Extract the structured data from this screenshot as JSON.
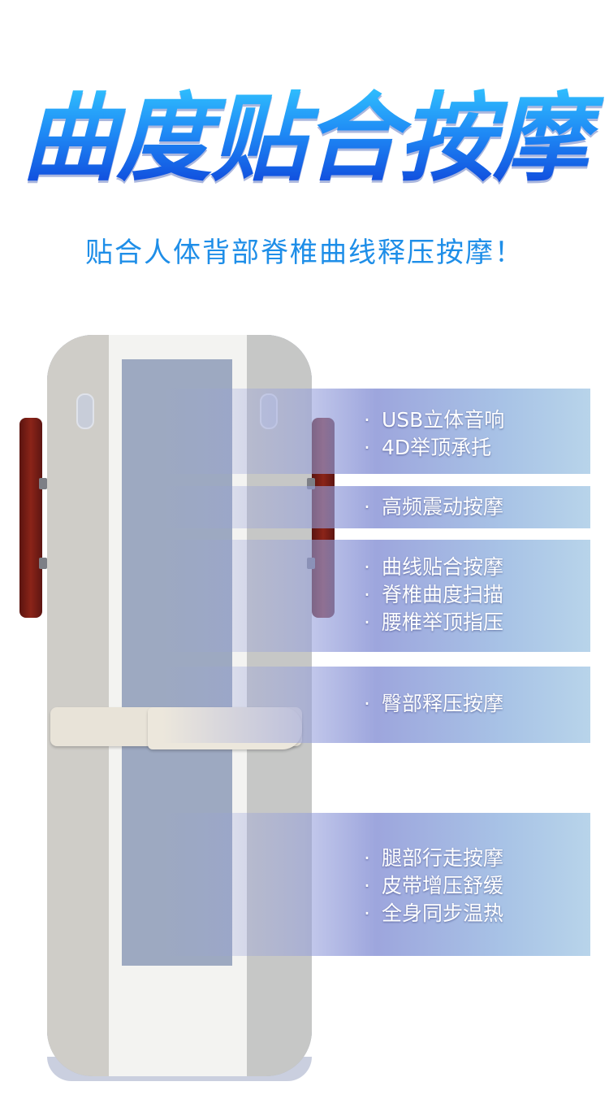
{
  "header": {
    "title": "曲度贴合按摩",
    "subtitle": "贴合人体背部脊椎曲线释压按摩！"
  },
  "features": [
    {
      "items": [
        "USB立体音响",
        "4D举顶承托"
      ]
    },
    {
      "items": [
        "高频震动按摩"
      ]
    },
    {
      "items": [
        "曲线贴合按摩",
        "脊椎曲度扫描",
        "腰椎举顶指压"
      ]
    },
    {
      "items": [
        "臀部释压按摩"
      ]
    },
    {
      "items": [
        "腿部行走按摩",
        "皮带增压舒缓",
        "全身同步温热"
      ]
    }
  ],
  "colors": {
    "title_gradient": [
      "#32c6ff",
      "#0d3fd8"
    ],
    "subtitle": "#1e8ee8",
    "mat_body": "#c7c7c3",
    "mat_panel": "#9da9c1",
    "handle": "#8b2418",
    "band": "#a8c3e6"
  }
}
